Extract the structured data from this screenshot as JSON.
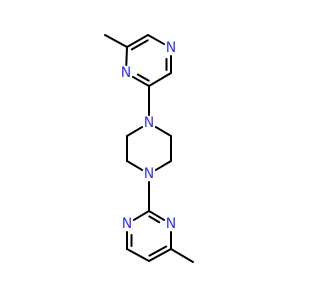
{
  "molecule": {
    "atoms": [
      {
        "id": "c_methyl_top",
        "element": "C"
      },
      {
        "id": "c_pz2",
        "element": "C"
      },
      {
        "id": "c_pz3",
        "element": "C"
      },
      {
        "id": "n_pz4",
        "element": "N",
        "label": "N"
      },
      {
        "id": "c_pz5",
        "element": "C"
      },
      {
        "id": "c_pz6",
        "element": "C"
      },
      {
        "id": "n_pz1",
        "element": "N",
        "label": "N"
      },
      {
        "id": "n_pip_top",
        "element": "N",
        "label": "N"
      },
      {
        "id": "c_pip_tr",
        "element": "C"
      },
      {
        "id": "c_pip_br",
        "element": "C"
      },
      {
        "id": "n_pip_bot",
        "element": "N",
        "label": "N"
      },
      {
        "id": "c_pip_bl",
        "element": "C"
      },
      {
        "id": "c_pip_tl",
        "element": "C"
      },
      {
        "id": "c_pm2",
        "element": "C"
      },
      {
        "id": "n_pm3",
        "element": "N",
        "label": "N"
      },
      {
        "id": "c_pm4",
        "element": "C"
      },
      {
        "id": "c_pm5",
        "element": "C"
      },
      {
        "id": "c_pm6",
        "element": "C"
      },
      {
        "id": "n_pm1",
        "element": "N",
        "label": "N"
      },
      {
        "id": "c_methyl_bot",
        "element": "C"
      }
    ],
    "bonds": [
      {
        "from": "c_methyl_top",
        "to": "c_pz2",
        "order": 1
      },
      {
        "from": "c_pz2",
        "to": "c_pz3",
        "order": 2
      },
      {
        "from": "c_pz3",
        "to": "n_pz4",
        "order": 1
      },
      {
        "from": "n_pz4",
        "to": "c_pz5",
        "order": 2
      },
      {
        "from": "c_pz5",
        "to": "c_pz6",
        "order": 1
      },
      {
        "from": "c_pz6",
        "to": "n_pz1",
        "order": 2
      },
      {
        "from": "n_pz1",
        "to": "c_pz2",
        "order": 1
      },
      {
        "from": "c_pz6",
        "to": "n_pip_top",
        "order": 1
      },
      {
        "from": "n_pip_top",
        "to": "c_pip_tr",
        "order": 1
      },
      {
        "from": "c_pip_tr",
        "to": "c_pip_br",
        "order": 1
      },
      {
        "from": "c_pip_br",
        "to": "n_pip_bot",
        "order": 1
      },
      {
        "from": "n_pip_bot",
        "to": "c_pip_bl",
        "order": 1
      },
      {
        "from": "c_pip_bl",
        "to": "c_pip_tl",
        "order": 1
      },
      {
        "from": "c_pip_tl",
        "to": "n_pip_top",
        "order": 1
      },
      {
        "from": "n_pip_bot",
        "to": "c_pm2",
        "order": 1
      },
      {
        "from": "c_pm2",
        "to": "n_pm3",
        "order": 2
      },
      {
        "from": "n_pm3",
        "to": "c_pm4",
        "order": 1
      },
      {
        "from": "c_pm4",
        "to": "c_pm5",
        "order": 2
      },
      {
        "from": "c_pm5",
        "to": "c_pm6",
        "order": 1
      },
      {
        "from": "c_pm6",
        "to": "n_pm1",
        "order": 2
      },
      {
        "from": "n_pm1",
        "to": "c_pm2",
        "order": 1
      },
      {
        "from": "c_pm4",
        "to": "c_methyl_bot",
        "order": 1
      }
    ],
    "colors": {
      "bond": "#000000",
      "nitrogen": "#3333ff"
    }
  }
}
